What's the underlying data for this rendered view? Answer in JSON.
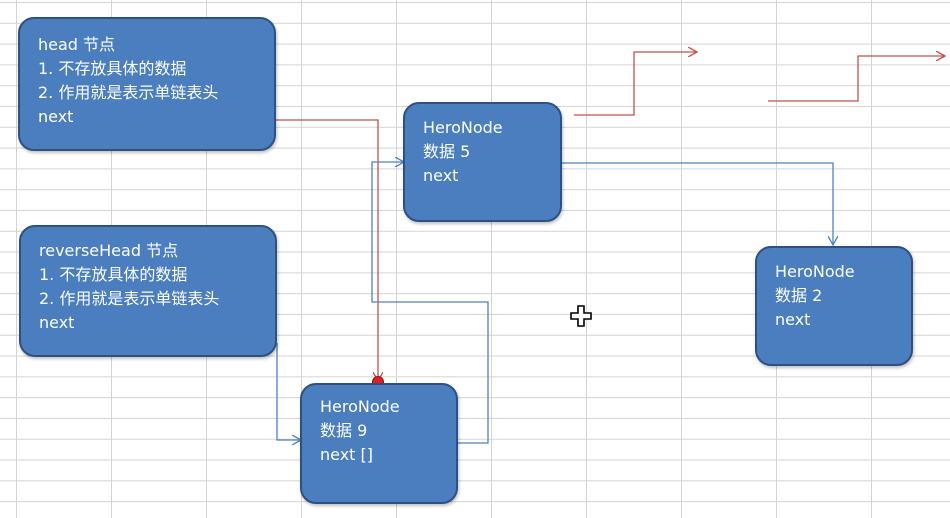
{
  "nodes": {
    "head": {
      "lines": [
        "head 节点",
        "1. 不存放具体的数据",
        "2. 作用就是表示单链表头",
        "next"
      ]
    },
    "reverse_head": {
      "lines": [
        "reverseHead 节点",
        "1. 不存放具体的数据",
        "2. 作用就是表示单链表头",
        "next"
      ]
    },
    "hero5": {
      "lines": [
        "HeroNode",
        "数据 5",
        "next"
      ]
    },
    "hero9": {
      "lines": [
        "HeroNode",
        "数据 9",
        "next []"
      ]
    },
    "hero2": {
      "lines": [
        "HeroNode",
        "数据 2",
        "next"
      ]
    }
  },
  "colors": {
    "node_fill": "#4a7ebf",
    "node_border": "#2e5180",
    "red_arrow": "#c0504d",
    "blue_arrow": "#4f81bd",
    "grid": "#d4d4d4"
  },
  "icons": {
    "cursor": "move-cursor-icon"
  }
}
